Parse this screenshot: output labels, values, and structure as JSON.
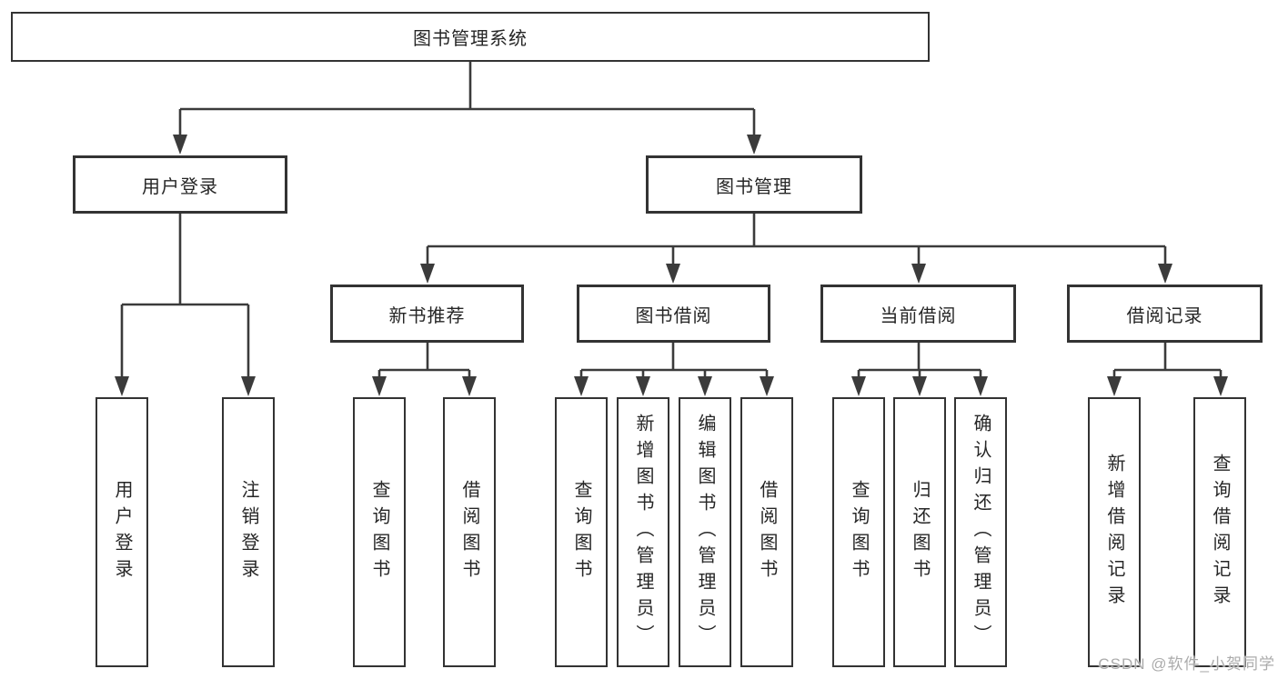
{
  "diagram": {
    "type": "tree",
    "colors": {
      "line": "#3b3b3b",
      "box_border": "#333333",
      "text": "#262626",
      "background": "#ffffff",
      "watermark": "#ababab"
    },
    "root": {
      "label": "图书管理系统"
    },
    "level2": [
      {
        "id": "user-login",
        "label": "用户登录"
      },
      {
        "id": "book-management",
        "label": "图书管理"
      }
    ],
    "level3": [
      {
        "id": "new-book-recommend",
        "label": "新书推荐"
      },
      {
        "id": "book-borrow",
        "label": "图书借阅"
      },
      {
        "id": "current-borrow",
        "label": "当前借阅"
      },
      {
        "id": "borrow-record",
        "label": "借阅记录"
      }
    ],
    "leaves": {
      "user_login": [
        "用户登录",
        "注销登录"
      ],
      "new_book_recommend": [
        "查询图书",
        "借阅图书"
      ],
      "book_borrow": [
        "查询图书",
        "新增图书（管理员）",
        "编辑图书（管理员）",
        "借阅图书"
      ],
      "current_borrow": [
        "查询图书",
        "归还图书",
        "确认归还（管理员）"
      ],
      "borrow_record": [
        "新增借阅记录",
        "查询借阅记录"
      ]
    }
  },
  "watermark": {
    "text": "CSDN @软件_小贺同学"
  }
}
